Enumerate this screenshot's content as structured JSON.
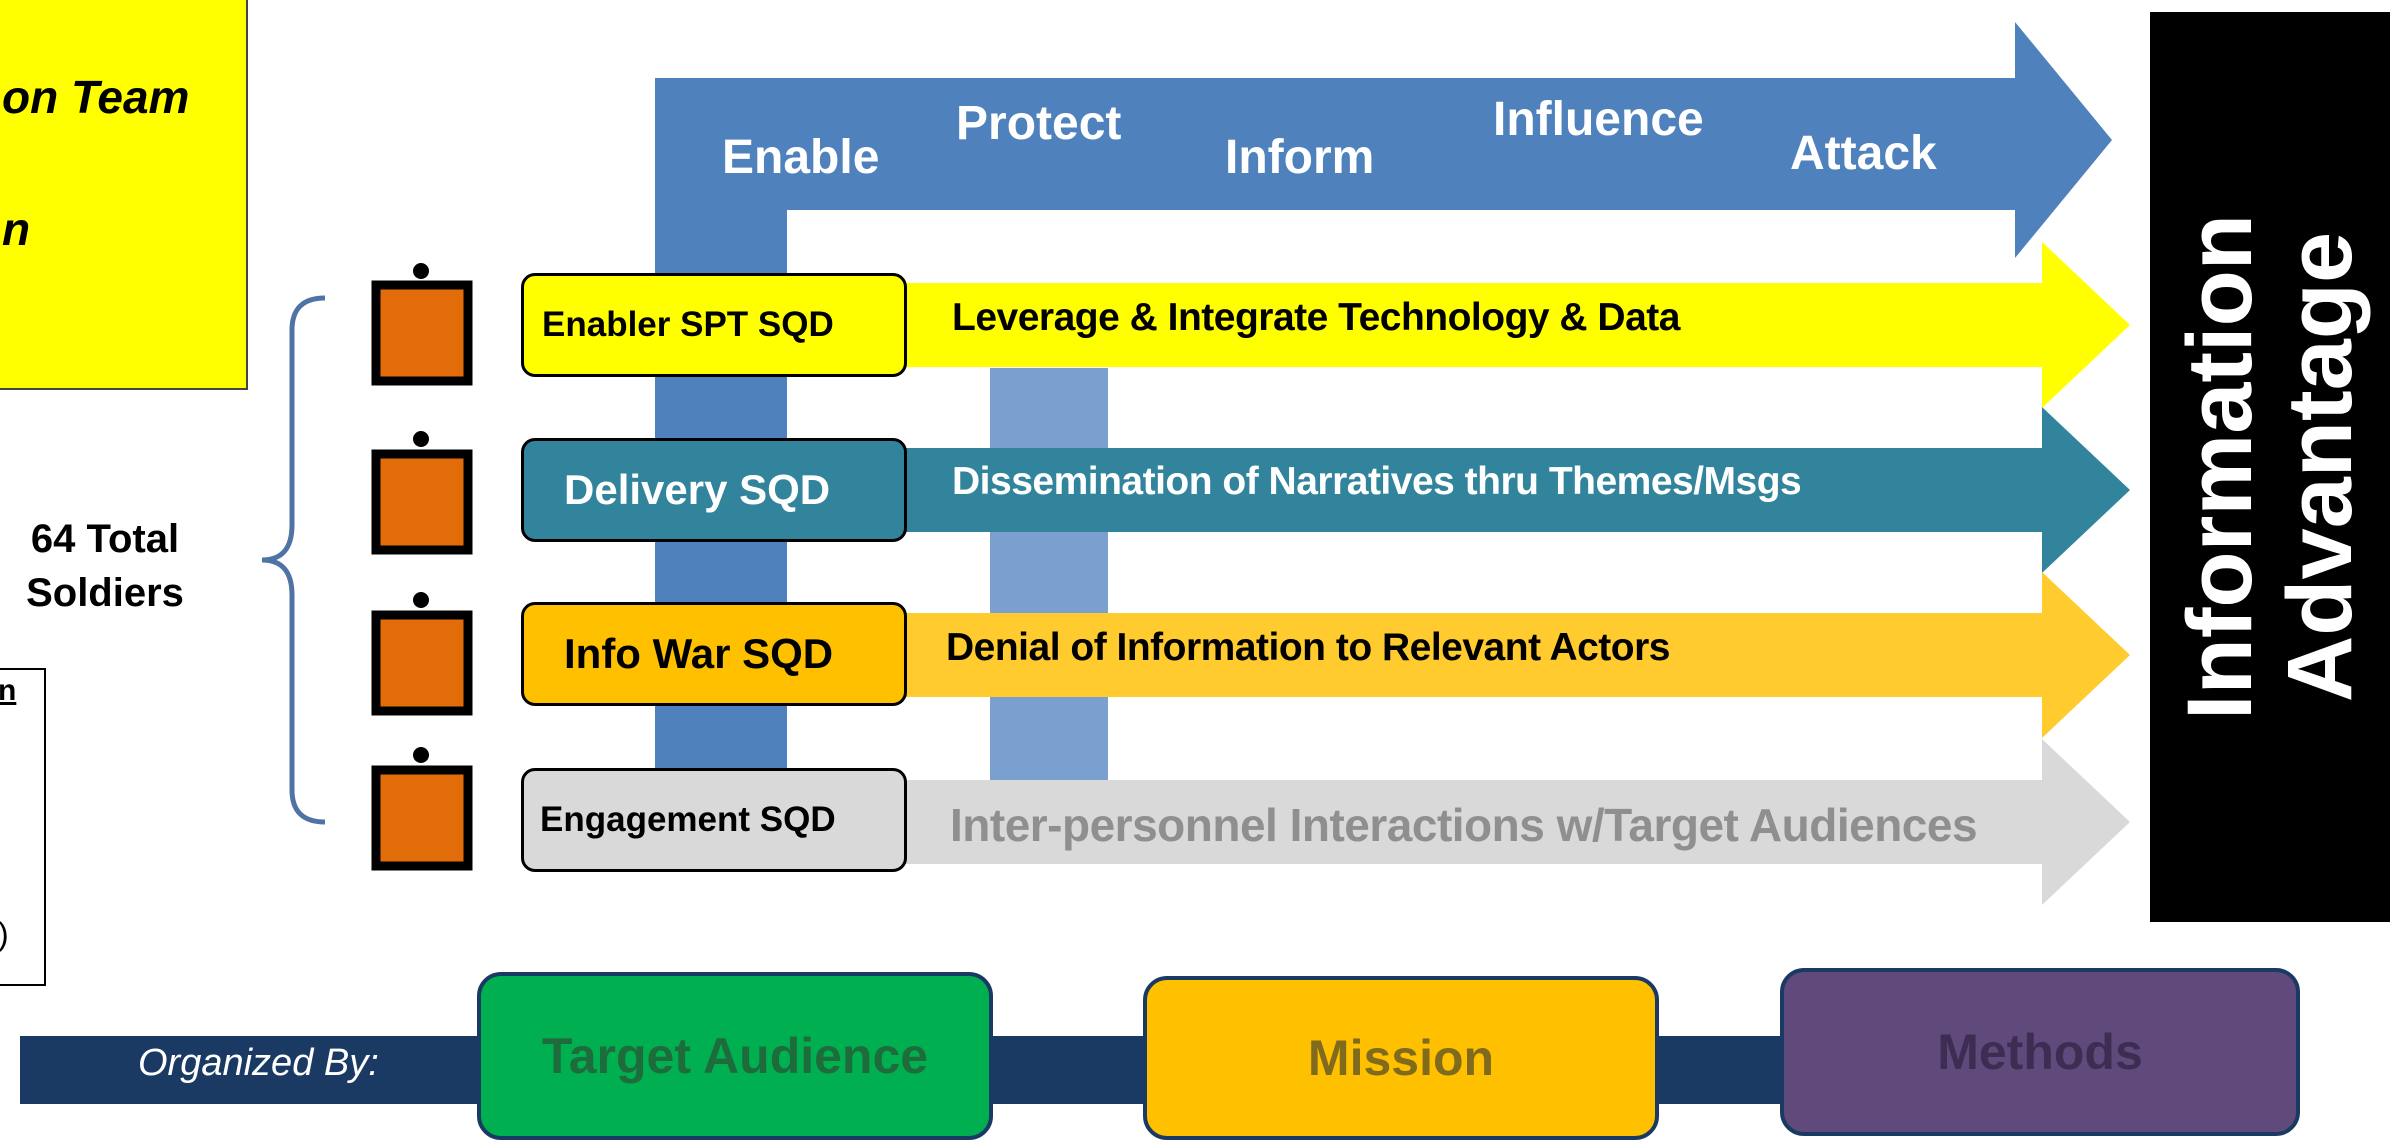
{
  "team_box": {
    "line1": "on Team",
    "line2": "n"
  },
  "total": {
    "line1": "64 Total",
    "line2": "Soldiers"
  },
  "legend": {
    "header": "n",
    "footer": ")"
  },
  "stages": [
    "Enable",
    "Protect",
    "Inform",
    "Influence",
    "Attack"
  ],
  "squads": [
    {
      "name": "Enabler SPT SQD",
      "function": "Leverage & Integrate Technology & Data"
    },
    {
      "name": "Delivery SQD",
      "function": "Dissemination of Narratives thru Themes/Msgs"
    },
    {
      "name": "Info War SQD",
      "function": "Denial of Information to Relevant Actors"
    },
    {
      "name": "Engagement SQD",
      "function": "Inter-personnel Interactions w/Target Audiences"
    }
  ],
  "outcome": {
    "line1": "Information",
    "line2": "Advantage"
  },
  "organized_by": {
    "label": "Organized By:",
    "categories": [
      "Target Audience",
      "Mission",
      "Methods"
    ]
  },
  "colors": {
    "blue_arrow": "#4f81bd",
    "yellow": "#ffff00",
    "teal": "#31849b",
    "gold": "#ffc000",
    "gray": "#d9d9d9",
    "orange_icon": "#e36c0a",
    "navy_bar": "#1b3a63",
    "green": "#00b050",
    "purple": "#604a7b"
  }
}
